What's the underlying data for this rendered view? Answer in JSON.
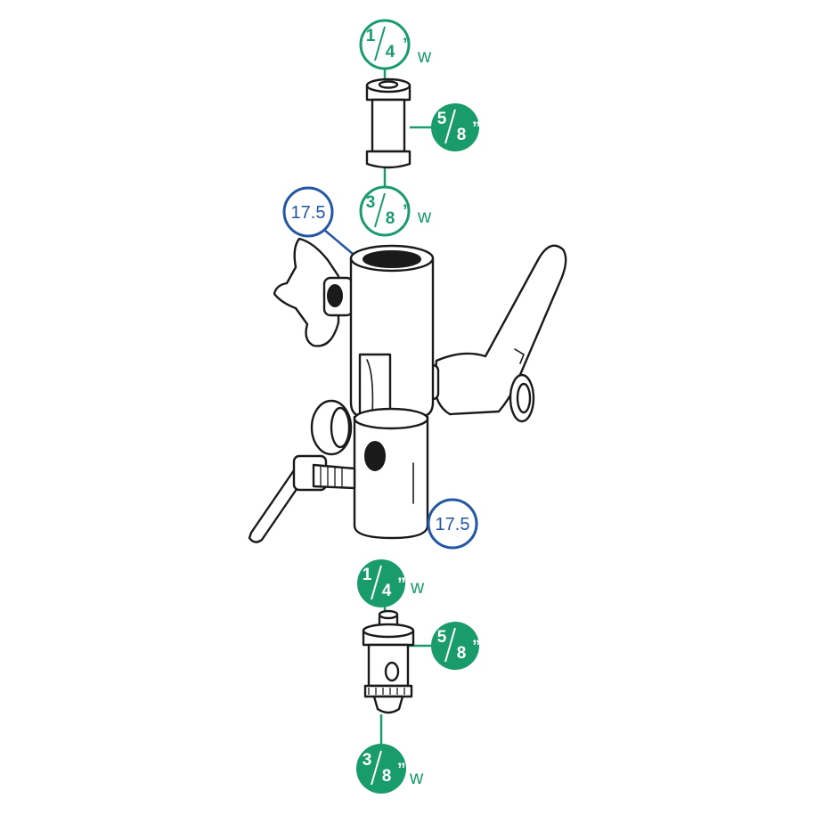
{
  "colors": {
    "green": "#1a9b6c",
    "blue": "#2456a6",
    "line": "#1a1a1a",
    "background": "#ffffff"
  },
  "top_adapter": {
    "top_thread": {
      "numerator": "1",
      "denominator": "4",
      "mark": "”",
      "suffix": "w",
      "style": "outline"
    },
    "side_diameter": {
      "numerator": "5",
      "denominator": "8",
      "mark": "”",
      "style": "filled"
    },
    "bottom_thread": {
      "numerator": "3",
      "denominator": "8",
      "mark": "”",
      "suffix": "w",
      "style": "outline"
    }
  },
  "swivel_head": {
    "top_bore": {
      "value": "17.5"
    },
    "bottom_bore": {
      "value": "17.5"
    }
  },
  "bottom_spigot": {
    "top_thread": {
      "numerator": "1",
      "denominator": "4",
      "mark": "”",
      "suffix": "w",
      "style": "filled"
    },
    "side_diameter": {
      "numerator": "5",
      "denominator": "8",
      "mark": "”",
      "style": "filled"
    },
    "bottom_thread": {
      "numerator": "3",
      "denominator": "8",
      "mark": "”",
      "suffix": "w",
      "style": "filled"
    }
  },
  "icons": [
    "spigot-adapter-icon",
    "swivel-head-icon",
    "stud-spigot-icon",
    "lever-handle-icon",
    "wing-knob-icon"
  ]
}
